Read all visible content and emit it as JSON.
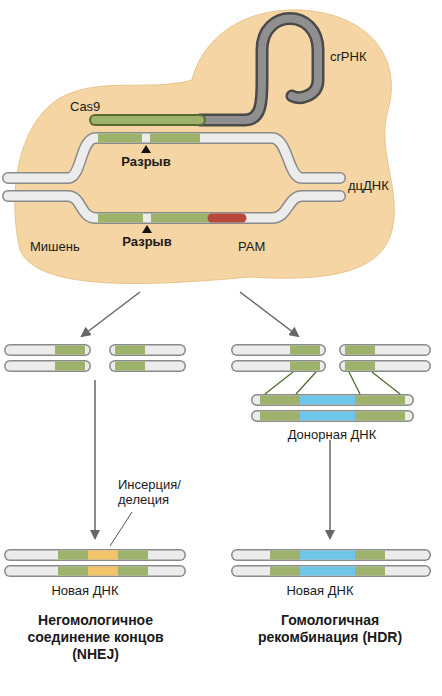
{
  "diagram": {
    "nodes": [
      {
        "text": [
          "Cas9",
          "Разрыв",
          "Разрыв"
        ]
      }
    ],
    "labels": [
      "crРНК",
      "дцДНК",
      "Мишень",
      "PAM",
      "Донорная ДНК",
      "Инсерция/ делеция",
      "Новая ДНК",
      "Новая ДНК",
      "Негомологичное соединение концов (NHEJ)",
      "Гомологичная рекомбинация (HDR)"
    ]
  }
}
